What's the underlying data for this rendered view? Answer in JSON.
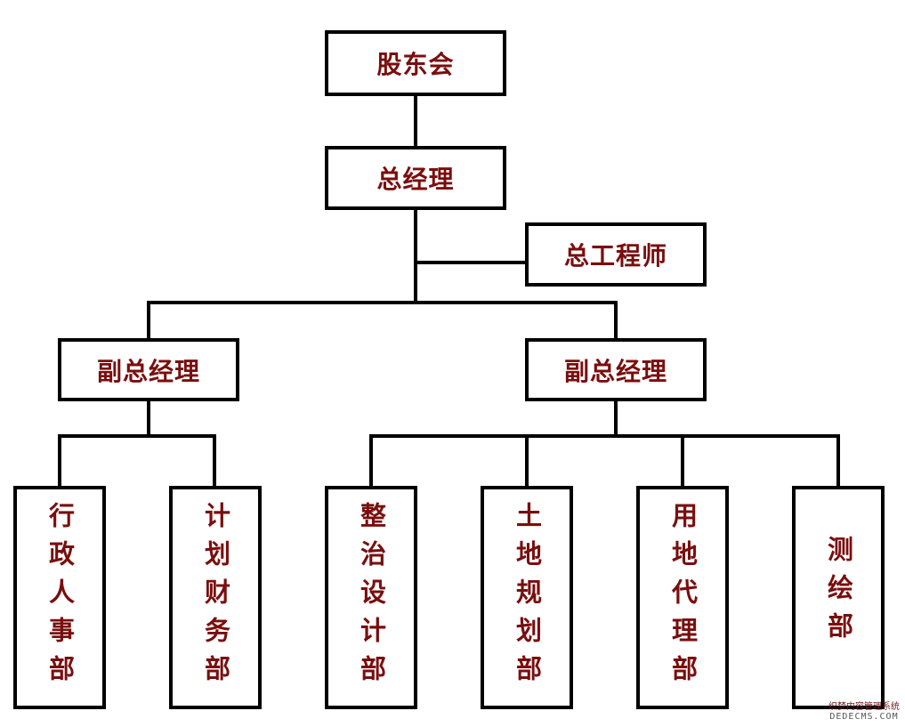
{
  "nodes": {
    "shareholders": "股东会",
    "general_manager": "总经理",
    "chief_engineer": "总工程师",
    "deputy_gm_left": "副总经理",
    "deputy_gm_right": "副总经理",
    "admin_hr": "行政人事部",
    "planning_finance": "计划财务部",
    "renovation_design": "整治设计部",
    "land_planning": "土地规划部",
    "land_agency": "用地代理部",
    "surveying": "测绘部"
  },
  "watermark": {
    "line1": "织梦内容管理系统",
    "line2": "DEDECMS.COM"
  },
  "colors": {
    "text": "#7a0e0e",
    "border": "#000000",
    "background": "#ffffff"
  }
}
